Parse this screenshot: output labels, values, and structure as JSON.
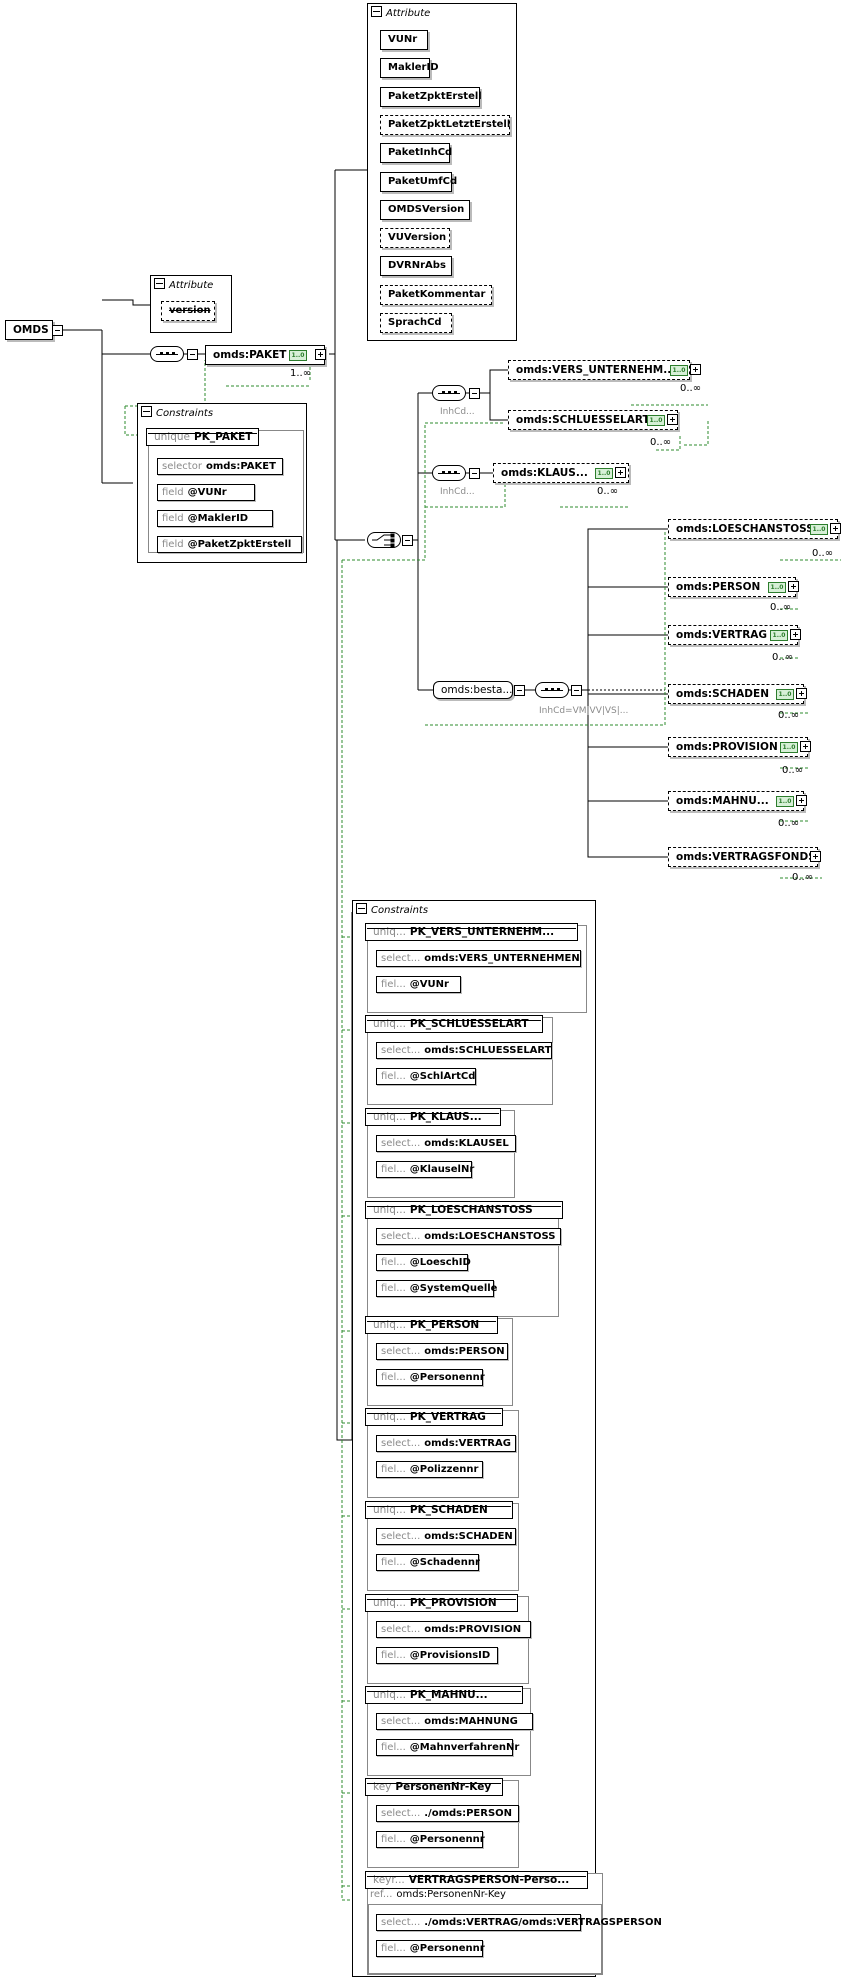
{
  "root": {
    "name": "OMDS"
  },
  "root_attributes": {
    "header": "Attribute",
    "items": [
      "version"
    ]
  },
  "paket": {
    "name": "omds:PAKET",
    "multiplicity": "1..∞"
  },
  "paket_attributes": {
    "header": "Attribute",
    "items": [
      {
        "name": "VUNr",
        "optional": false
      },
      {
        "name": "MaklerID",
        "optional": false
      },
      {
        "name": "PaketZpktErstell",
        "optional": false
      },
      {
        "name": "PaketZpktLetztErstell",
        "optional": true
      },
      {
        "name": "PaketInhCd",
        "optional": false
      },
      {
        "name": "PaketUmfCd",
        "optional": false
      },
      {
        "name": "OMDSVersion",
        "optional": false
      },
      {
        "name": "VUVersion",
        "optional": true
      },
      {
        "name": "DVRNrAbs",
        "optional": false
      },
      {
        "name": "PaketKommentar",
        "optional": true
      },
      {
        "name": "SprachCd",
        "optional": true
      }
    ]
  },
  "root_constraints": {
    "header": "Constraints",
    "unique": {
      "kw": "unique",
      "name": "PK_PAKET"
    },
    "selector": {
      "kw": "selector",
      "value": "omds:PAKET"
    },
    "fields": [
      {
        "kw": "field",
        "value": "@VUNr"
      },
      {
        "kw": "field",
        "value": "@MaklerID"
      },
      {
        "kw": "field",
        "value": "@PaketZpktErstell"
      }
    ]
  },
  "group1": {
    "caption": "InhCd...",
    "items": [
      {
        "name": "omds:VERS_UNTERNEHM...",
        "multiplicity": "0..∞"
      },
      {
        "name": "omds:SCHLUESSELART",
        "multiplicity": "0..∞"
      }
    ]
  },
  "group2": {
    "caption": "InhCd...",
    "item": {
      "name": "omds:KLAUS...",
      "multiplicity": "0..∞"
    }
  },
  "group3": {
    "group_name": "omds:besta...",
    "caption": "InhCd=VM|VV|VS|...",
    "items": [
      {
        "name": "omds:LOESCHANSTOSS",
        "multiplicity": "0..∞"
      },
      {
        "name": "omds:PERSON",
        "multiplicity": "0..∞"
      },
      {
        "name": "omds:VERTRAG",
        "multiplicity": "0..∞"
      },
      {
        "name": "omds:SCHADEN",
        "multiplicity": "0..∞"
      },
      {
        "name": "omds:PROVISION",
        "multiplicity": "0..∞"
      },
      {
        "name": "omds:MAHNU...",
        "multiplicity": "0..∞"
      },
      {
        "name": "omds:VERTRAGSFONDS",
        "multiplicity": "0..∞"
      }
    ]
  },
  "paket_constraints": {
    "header": "Constraints",
    "items": [
      {
        "kw": "uniq...",
        "name": "PK_VERS_UNTERNEHM...",
        "sel_kw": "select...",
        "selector": "omds:VERS_UNTERNEHMEN",
        "fields": [
          {
            "kw": "fiel...",
            "value": "@VUNr"
          }
        ]
      },
      {
        "kw": "uniq...",
        "name": "PK_SCHLUESSELART",
        "sel_kw": "select...",
        "selector": "omds:SCHLUESSELART",
        "fields": [
          {
            "kw": "fiel...",
            "value": "@SchlArtCd"
          }
        ]
      },
      {
        "kw": "uniq...",
        "name": "PK_KLAUS...",
        "sel_kw": "select...",
        "selector": "omds:KLAUSEL",
        "fields": [
          {
            "kw": "fiel...",
            "value": "@KlauselNr"
          }
        ]
      },
      {
        "kw": "uniq...",
        "name": "PK_LOESCHANSTOSS",
        "sel_kw": "select...",
        "selector": "omds:LOESCHANSTOSS",
        "fields": [
          {
            "kw": "fiel...",
            "value": "@LoeschID"
          },
          {
            "kw": "fiel...",
            "value": "@SystemQuelle"
          }
        ]
      },
      {
        "kw": "uniq...",
        "name": "PK_PERSON",
        "sel_kw": "select...",
        "selector": "omds:PERSON",
        "fields": [
          {
            "kw": "fiel...",
            "value": "@Personennr"
          }
        ]
      },
      {
        "kw": "uniq...",
        "name": "PK_VERTRAG",
        "sel_kw": "select...",
        "selector": "omds:VERTRAG",
        "fields": [
          {
            "kw": "fiel...",
            "value": "@Polizzennr"
          }
        ]
      },
      {
        "kw": "uniq...",
        "name": "PK_SCHADEN",
        "sel_kw": "select...",
        "selector": "omds:SCHADEN",
        "fields": [
          {
            "kw": "fiel...",
            "value": "@Schadennr"
          }
        ]
      },
      {
        "kw": "uniq...",
        "name": "PK_PROVISION",
        "sel_kw": "select...",
        "selector": "omds:PROVISION",
        "fields": [
          {
            "kw": "fiel...",
            "value": "@ProvisionsID"
          }
        ]
      },
      {
        "kw": "uniq...",
        "name": "PK_MAHNU...",
        "sel_kw": "select...",
        "selector": "omds:MAHNUNG",
        "fields": [
          {
            "kw": "fiel...",
            "value": "@MahnverfahrenNr"
          }
        ]
      },
      {
        "kw": "key",
        "name": "PersonenNr-Key",
        "sel_kw": "select...",
        "selector": "./omds:PERSON",
        "fields": [
          {
            "kw": "fiel...",
            "value": "@Personennr"
          }
        ]
      },
      {
        "kw": "keyr...",
        "name": "VERTRAGSPERSON-Perso...",
        "refer_kw": "ref...",
        "refer": "omds:PersonenNr-Key",
        "sel_kw": "select...",
        "selector": "./omds:VERTRAG/omds:VERTRAGSPERSON",
        "fields": [
          {
            "kw": "fiel...",
            "value": "@Personennr"
          }
        ]
      }
    ]
  },
  "badge_label": "1..0"
}
